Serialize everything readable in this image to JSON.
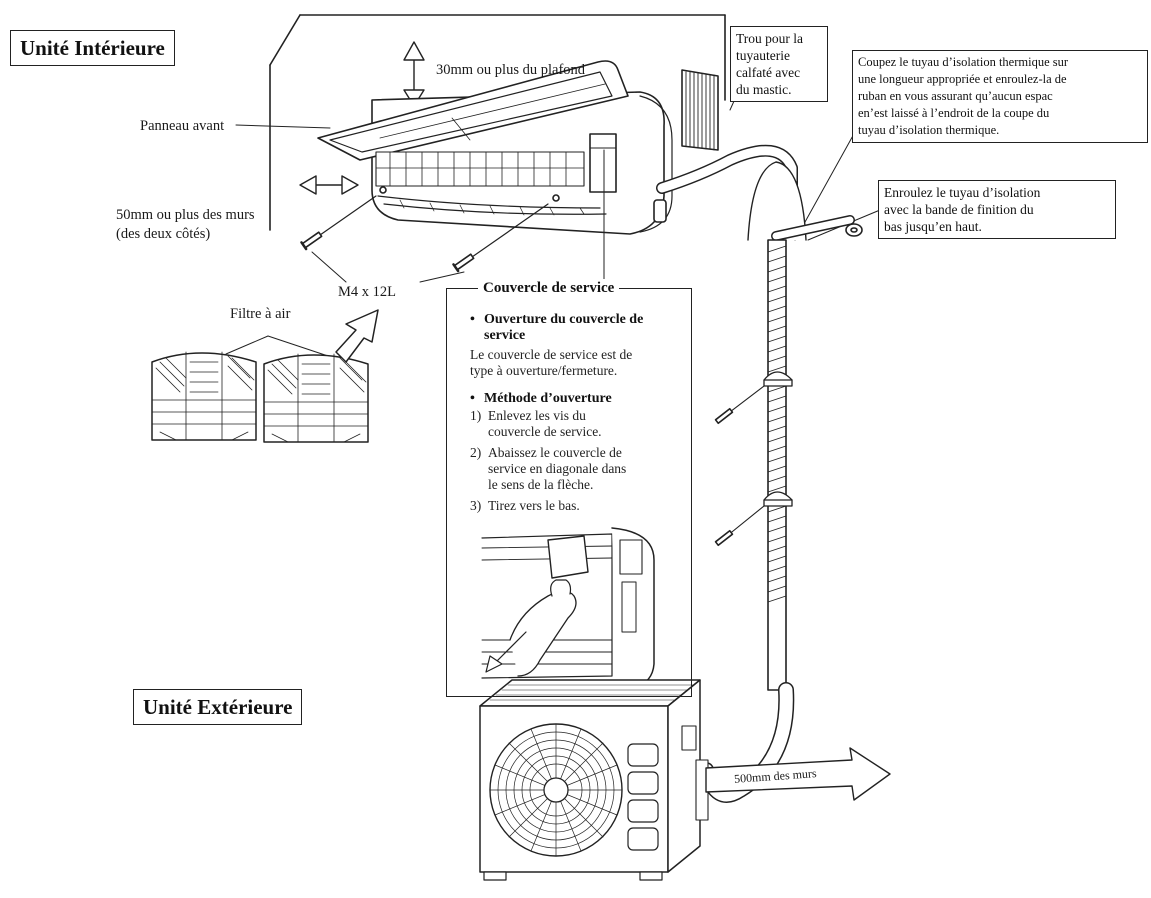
{
  "titles": {
    "indoor": "Unité Intérieure",
    "outdoor": "Unité Extérieure"
  },
  "labels": {
    "ceiling_gap": "30mm ou plus du plafond",
    "front_panel": "Panneau avant",
    "wall_gap_line1": "50mm ou plus des murs",
    "wall_gap_line2": "(des deux côtés)",
    "screw": "M4 x 12L",
    "air_filter": "Filtre à air",
    "outdoor_wall_gap": "500mm des murs"
  },
  "callouts": {
    "pipe_hole": [
      "Trou pour la",
      "tuyauterie",
      "calfaté avec",
      "du mastic."
    ],
    "insulation_cut": [
      "Coupez le tuyau d’isolation thermique sur",
      "une longueur appropriée et enroulez-la de",
      "ruban en vous assurant qu’aucun espac",
      "en’est laissé à l’endroit de la coupe du",
      "tuyau d’isolation thermique."
    ],
    "wrap": [
      "Enroulez le tuyau d’isolation",
      "avec la bande de finition du",
      "bas jusqu’en haut."
    ]
  },
  "service_cover": {
    "title": "Couvercle de service",
    "opening_heading": [
      "Ouverture du couvercle de",
      "service"
    ],
    "opening_text": [
      "Le couvercle de service est de",
      "type à ouverture/fermeture."
    ],
    "method_heading": "Méthode d’ouverture",
    "steps": [
      {
        "num": "1)",
        "lines": [
          "Enlevez les vis du",
          "couvercle de service."
        ]
      },
      {
        "num": "2)",
        "lines": [
          "Abaissez le couvercle de",
          "service en diagonale dans",
          "le sens de la flèche."
        ]
      },
      {
        "num": "3)",
        "lines": [
          "Tirez vers le bas."
        ]
      }
    ]
  }
}
